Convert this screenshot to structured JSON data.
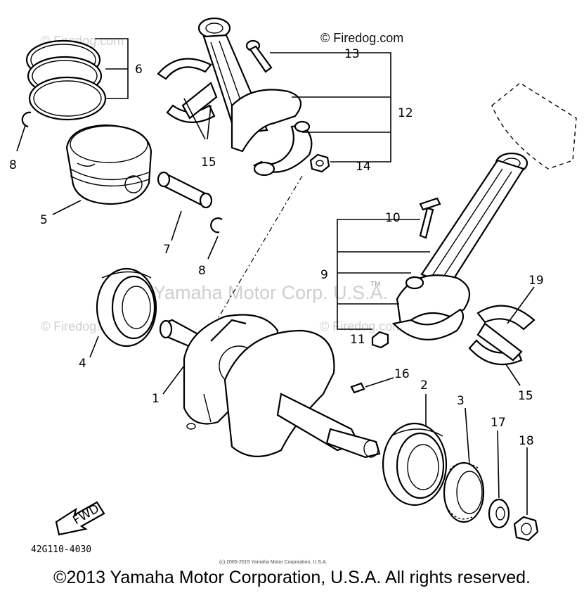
{
  "callouts": {
    "c1": "1",
    "c2": "2",
    "c3": "3",
    "c4": "4",
    "c5": "5",
    "c6": "6",
    "c7": "7",
    "c8a": "8",
    "c8b": "8",
    "c9": "9",
    "c10": "10",
    "c11": "11",
    "c12": "12",
    "c13": "13",
    "c14": "14",
    "c15a": "15",
    "c15b": "15",
    "c16": "16",
    "c17": "17",
    "c18": "18",
    "c19": "19"
  },
  "watermarks": {
    "firedog_top": "© Firedog.com",
    "firedog_faint_1": "© Firedog.com",
    "firedog_faint_2": "© Firedog.com",
    "firedog_faint_3": "© Firedog.com",
    "yamaha_wm": "Yamaha Motor Corp. U.S.A.",
    "tm": "TM"
  },
  "arrow_label": "FWD",
  "diagram_code": "42G110-4030",
  "small_copyright": "(c) 2005-2015 Yamaha Motor Corporation, U.S.A.",
  "footer": "©2013 Yamaha Motor Corporation, U.S.A. All rights reserved."
}
